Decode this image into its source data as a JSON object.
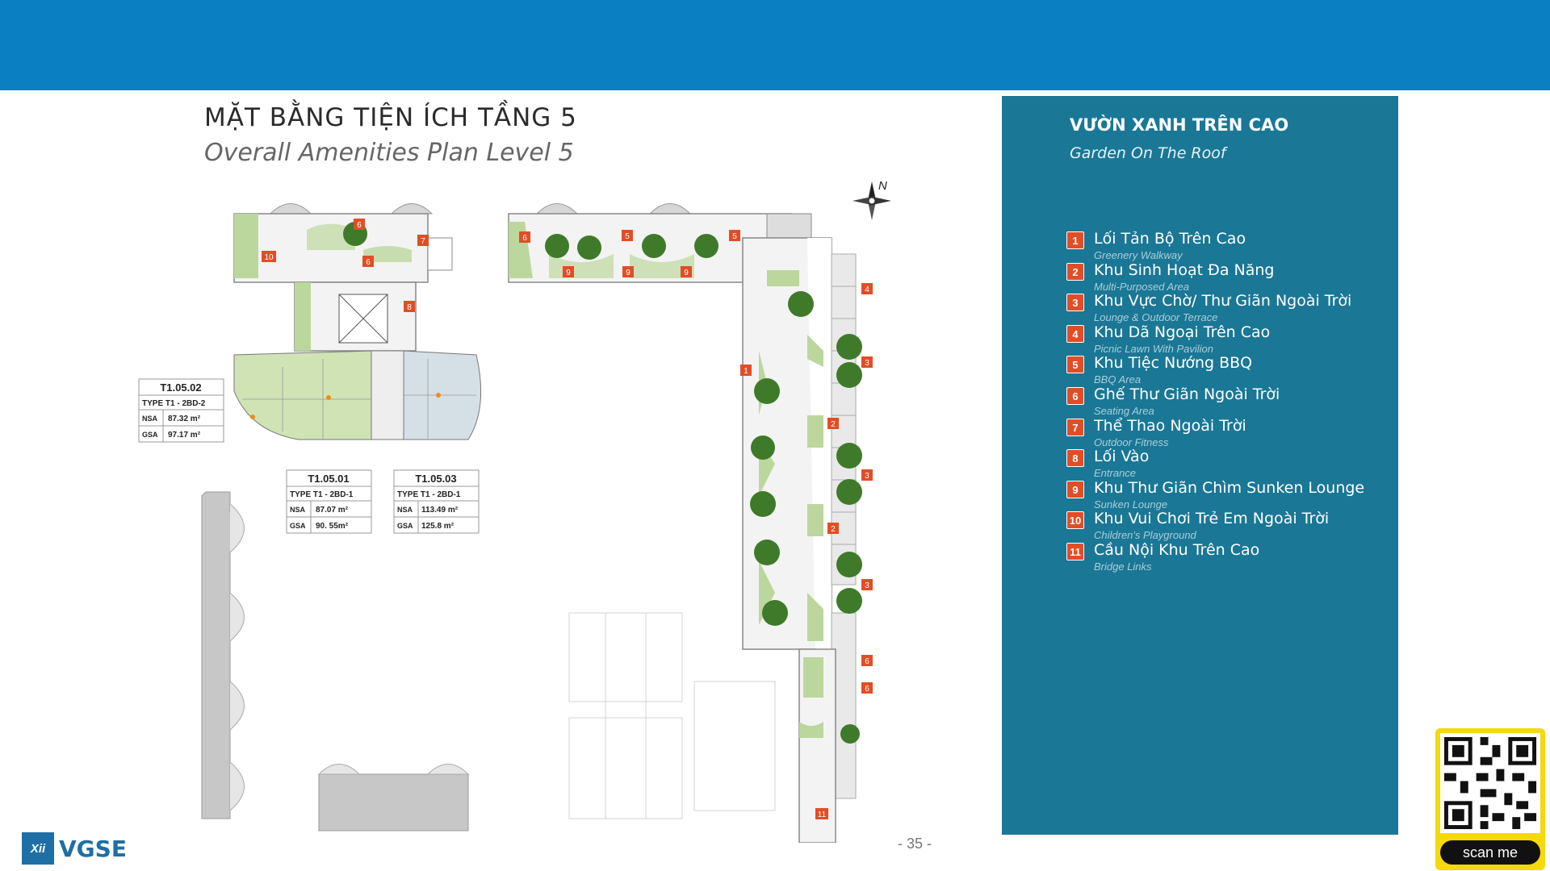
{
  "header": {
    "title_vn": "MẶT BẰNG TIỆN ÍCH TẦNG 5",
    "title_en": "Overall Amenities Plan Level 5"
  },
  "plan": {
    "compass_label": "N",
    "units": [
      {
        "code": "T1.05.02",
        "type": "TYPE T1 - 2BD-2",
        "nsa_label": "NSA",
        "nsa": "87.32 m²",
        "gsa_label": "GSA",
        "gsa": "97.17 m²"
      },
      {
        "code": "T1.05.01",
        "type": "TYPE T1 - 2BD-1",
        "nsa_label": "NSA",
        "nsa": "87.07 m²",
        "gsa_label": "GSA",
        "gsa": "90. 55m²"
      },
      {
        "code": "T1.05.03",
        "type": "TYPE T1 - 2BD-1",
        "nsa_label": "NSA",
        "nsa": "113.49 m²",
        "gsa_label": "GSA",
        "gsa": "125.8 m²"
      }
    ],
    "markers": [
      "6",
      "7",
      "6",
      "10",
      "8",
      "6",
      "5",
      "5",
      "9",
      "9",
      "9",
      "4",
      "1",
      "3",
      "2",
      "3",
      "2",
      "3",
      "6",
      "6",
      "11"
    ],
    "colors": {
      "marker": "#e24d26",
      "tree": "#3f7a2a",
      "lawn": "#bcd79d",
      "building": "#c7c7c7",
      "unit_green": "#cfe3b5",
      "unit_blue": "#d5e0e6"
    }
  },
  "panel": {
    "title": "VƯỜN XANH TRÊN CAO",
    "subtitle": "Garden On The Roof",
    "bg_color": "#1a7796",
    "items": [
      {
        "num": "1",
        "vn": "Lối Tản Bộ Trên Cao",
        "en": "Greenery Walkway"
      },
      {
        "num": "2",
        "vn": "Khu Sinh Hoạt Đa Năng",
        "en": "Multi-Purposed Area"
      },
      {
        "num": "3",
        "vn": "Khu Vực Chờ/ Thư Giãn Ngoài Trời",
        "en": "Lounge & Outdoor Terrace"
      },
      {
        "num": "4",
        "vn": "Khu Dã Ngoại Trên Cao",
        "en": "Picnic Lawn With Pavilion"
      },
      {
        "num": "5",
        "vn": "Khu Tiệc Nướng BBQ",
        "en": "BBQ Area"
      },
      {
        "num": "6",
        "vn": "Ghế Thư Giãn Ngoài Trời",
        "en": "Seating Area"
      },
      {
        "num": "7",
        "vn": "Thể Thao Ngoài Trời",
        "en": "Outdoor Fitness"
      },
      {
        "num": "8",
        "vn": "Lối Vào",
        "en": "Entrance"
      },
      {
        "num": "9",
        "vn": "Khu Thư Giãn Chìm Sunken Lounge",
        "en": "Sunken Lounge"
      },
      {
        "num": "10",
        "vn": "Khu Vui Chơi Trẻ Em Ngoài Trời",
        "en": "Children's Playground"
      },
      {
        "num": "11",
        "vn": "Cầu Nội Khu Trên Cao",
        "en": "Bridge Links"
      }
    ]
  },
  "footer": {
    "logo_text": "VGSE",
    "logo_mark": "Xii",
    "page_number": "- 35 -",
    "qr_label": "scan me",
    "brand_color": "#1d6fa6",
    "top_bar_color": "#0a7fc1"
  }
}
